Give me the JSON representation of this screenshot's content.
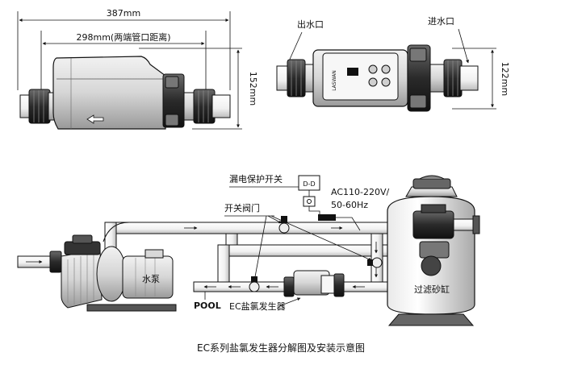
{
  "dimensions": {
    "overall_width": "387mm",
    "port_span": "298mm(两端管口距离)",
    "side_height": "152mm",
    "top_height": "122mm"
  },
  "ports": {
    "outlet": "出水口",
    "inlet": "进水口"
  },
  "control_panel": {
    "brand": "LASWAN"
  },
  "installation": {
    "leakage_switch": "漏电保护开关",
    "switch_box_text": "D-D",
    "power_line1": "AC110-220V/",
    "power_line2": "50-60Hz",
    "valves": "开关阀门",
    "pump": "水泵",
    "pool": "POOL",
    "generator": "EC盐氯发生器",
    "filter": "过滤砂缸"
  },
  "caption": "EC系列盐氯发生器分解图及安装示意图"
}
